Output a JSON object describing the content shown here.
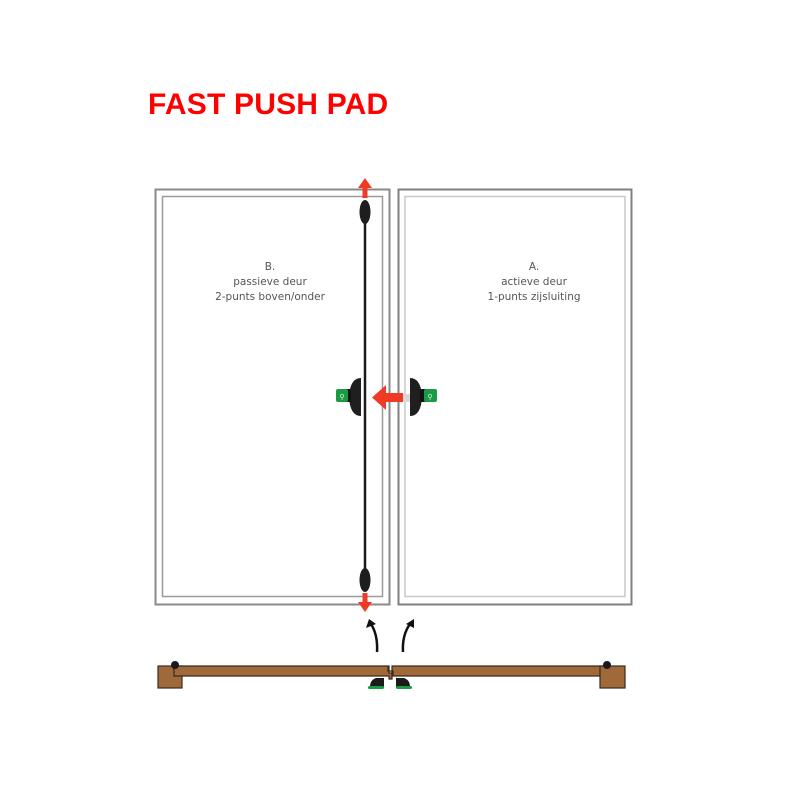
{
  "title": "FAST PUSH PAD",
  "doors": {
    "passive": {
      "letter": "B.",
      "name": "passieve deur",
      "locking": "2-punts boven/onder"
    },
    "active": {
      "letter": "A.",
      "name": "actieve deur",
      "locking": "1-punts zijsluiting"
    }
  },
  "colors": {
    "title": "#ff0000",
    "arrow": "#ef3b24",
    "pad_green": "#1a9a45",
    "rod": "#1a1a1a",
    "frame": "#808080",
    "wood": "#a0693a",
    "wood_stroke": "#3a2a1a"
  },
  "icons": [
    "arrow-up-icon",
    "arrow-down-icon",
    "arrow-left-icon",
    "push-pad-icon",
    "swing-arrow-icon"
  ]
}
